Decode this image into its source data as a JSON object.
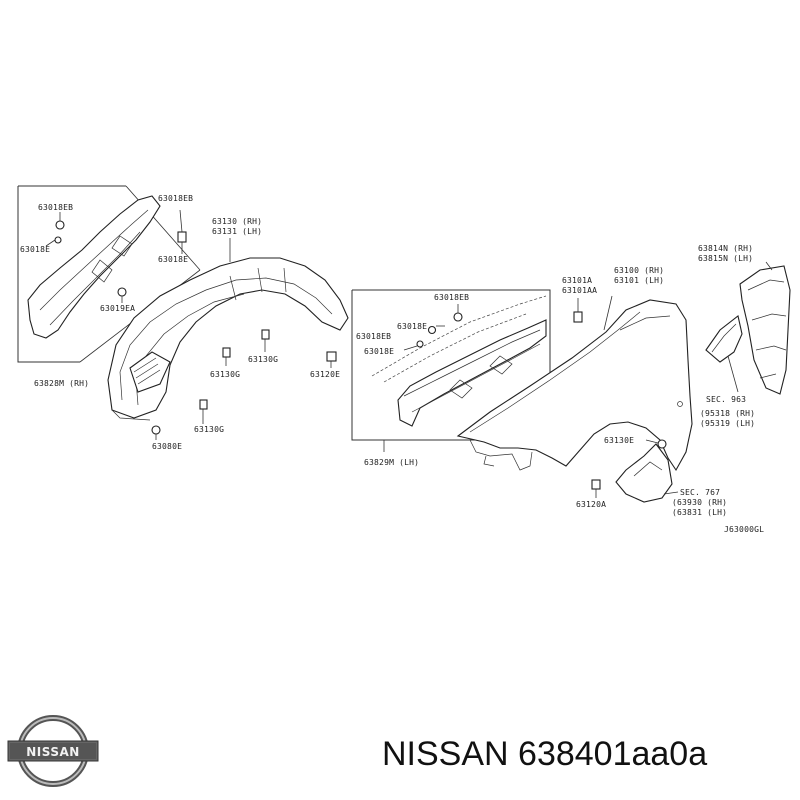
{
  "labels": {
    "l63018EB_a": "63018EB",
    "l63018E_a": "63018E",
    "l63018EB_b": "63018EB",
    "l63018E_b": "63018E",
    "l63019EA": "63019EA",
    "l63828M": "63828M (RH)",
    "l63130": "63130 (RH)",
    "l63131": "63131 (LH)",
    "l63130G_a": "63130G",
    "l63130G_b": "63130G",
    "l63130G_c": "63130G",
    "l63120E": "63120E",
    "l63080E": "63080E",
    "l63018EB_c": "63018EB",
    "l63018E_c": "63018E",
    "l63018EB_d": "63018EB",
    "l63018E_d": "63018E",
    "l63829M": "63829M (LH)",
    "l63101A": "63101A",
    "l63101AA": "63101AA",
    "l63100": "63100 (RH)",
    "l63101": "63101 (LH)",
    "l63814N": "63814N (RH)",
    "l63815N": "63815N (LH)",
    "lSEC963": "SEC. 963",
    "l95318": "(95318 (RH)",
    "l95319": "(95319 (LH)",
    "l63130E": "63130E",
    "l63120A": "63120A",
    "lSEC767": "SEC. 767",
    "l63930": "(63930 (RH)",
    "l63831": "(63831 (LH)",
    "lJ63000": "J63000GL"
  },
  "logo": {
    "text": "NISSAN"
  },
  "caption": {
    "text": "NISSAN 638401aa0a"
  },
  "colors": {
    "line": "#222222",
    "background": "#ffffff"
  }
}
